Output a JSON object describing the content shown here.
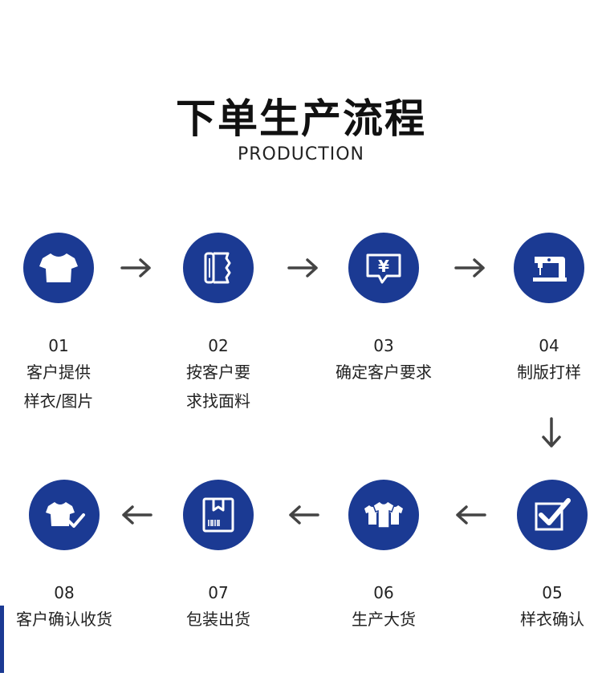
{
  "title": "下单生产流程",
  "subtitle": "PRODUCTION",
  "colors": {
    "circle": "#1b3a93",
    "arrow": "#444444"
  },
  "steps": [
    {
      "num": "01",
      "line1": "客户提供",
      "line2": "样衣/图片",
      "icon": "tshirt-icon"
    },
    {
      "num": "02",
      "line1": "按客户要",
      "line2": "求找面料",
      "icon": "fabric-roll-icon"
    },
    {
      "num": "03",
      "line1": "确定客户要求",
      "line2": "",
      "icon": "yen-message-icon"
    },
    {
      "num": "04",
      "line1": "制版打样",
      "line2": "",
      "icon": "sewing-machine-icon"
    },
    {
      "num": "05",
      "line1": "样衣确认",
      "line2": "",
      "icon": "checkbox-icon"
    },
    {
      "num": "06",
      "line1": "生产大货",
      "line2": "",
      "icon": "tshirts-group-icon"
    },
    {
      "num": "07",
      "line1": "包装出货",
      "line2": "",
      "icon": "package-icon"
    },
    {
      "num": "08",
      "line1": "客户确认收货",
      "line2": "",
      "icon": "tshirt-check-icon"
    }
  ]
}
